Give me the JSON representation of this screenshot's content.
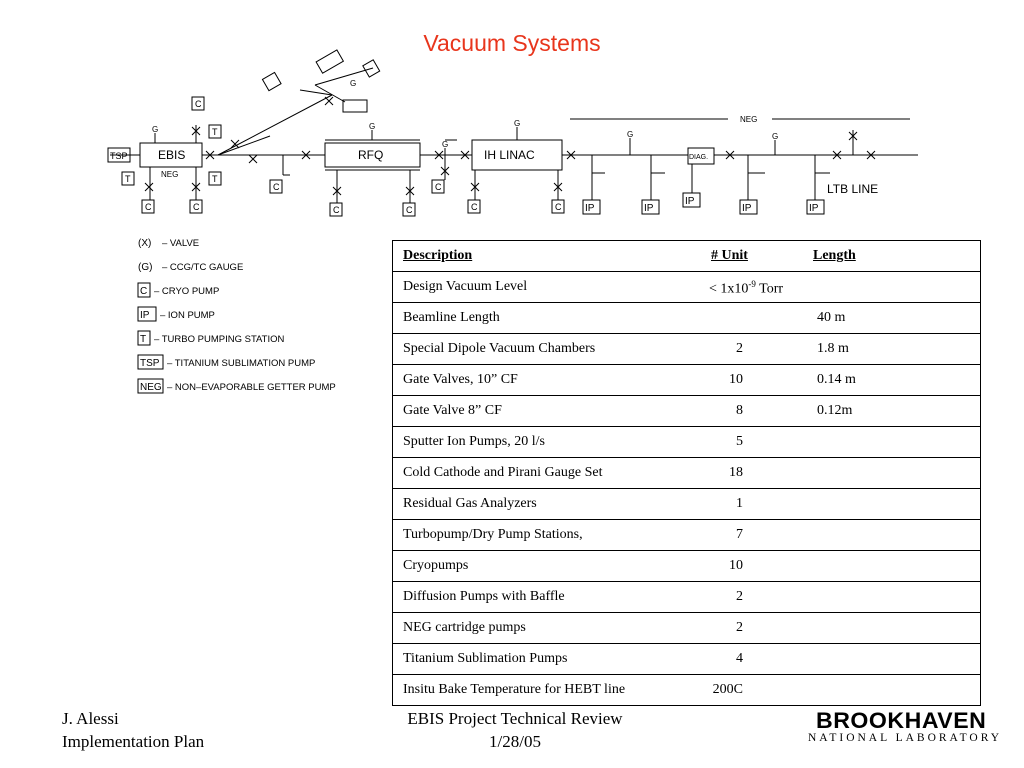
{
  "slide_title": "Vacuum Systems",
  "diagram": {
    "components": {
      "ebis": "EBIS",
      "rfq": "RFQ",
      "ih_linac": "IH  LINAC",
      "diag": "DIAG.",
      "ltb_line": "LTB  LINE",
      "neg_left": "NEG",
      "neg_top": "NEG",
      "tsp": "TSP",
      "gauge": "G",
      "cryo": "C",
      "turbo": "T",
      "ion": "IP"
    }
  },
  "legend": [
    {
      "symbol": "(X)",
      "boxed": false,
      "label": "– VALVE"
    },
    {
      "symbol": "(G)",
      "boxed": false,
      "label": "– CCG/TC GAUGE"
    },
    {
      "symbol": "C",
      "boxed": true,
      "label": "– CRYO PUMP"
    },
    {
      "symbol": "IP",
      "boxed": true,
      "label": "– ION PUMP"
    },
    {
      "symbol": "T",
      "boxed": true,
      "label": "– TURBO PUMPING STATION"
    },
    {
      "symbol": "TSP",
      "boxed": true,
      "label": "– TITANIUM SUBLIMATION PUMP"
    },
    {
      "symbol": "NEG",
      "boxed": true,
      "label": "– NON–EVAPORABLE GETTER PUMP"
    }
  ],
  "table": {
    "headers": {
      "description": "Description",
      "unit": "# Unit",
      "length": "Length"
    },
    "rows": [
      {
        "description": "Design Vacuum Level",
        "unit": "< 1x10",
        "unit_sup": "-9",
        "unit_tail": " Torr",
        "length": ""
      },
      {
        "description": "Beamline Length",
        "unit": "",
        "length": "40 m"
      },
      {
        "description": "Special  Dipole Vacuum Chambers",
        "unit": "2",
        "length": "1.8 m"
      },
      {
        "description": "Gate Valves, 10” CF",
        "unit": "10",
        "length": "0.14 m"
      },
      {
        "description": "Gate Valve 8” CF",
        "unit": "8",
        "length": "0.12m"
      },
      {
        "description": "Sputter Ion Pumps, 20 l/s",
        "unit": "5",
        "length": ""
      },
      {
        "description": "Cold Cathode and Pirani Gauge Set",
        "unit": "18",
        "length": ""
      },
      {
        "description": "Residual Gas Analyzers",
        "unit": "1",
        "length": ""
      },
      {
        "description": "Turbopump/Dry Pump Stations,",
        "unit": "7",
        "length": ""
      },
      {
        "description": "Cryopumps",
        "unit": "10",
        "length": ""
      },
      {
        "description": "Diffusion Pumps with Baffle",
        "unit": "2",
        "length": ""
      },
      {
        "description": "NEG cartridge pumps",
        "unit": "2",
        "length": ""
      },
      {
        "description": "Titanium Sublimation Pumps",
        "unit": "4",
        "length": ""
      },
      {
        "description": "Insitu Bake Temperature for HEBT line",
        "unit": "200C",
        "length": ""
      }
    ]
  },
  "footer": {
    "author": "J. Alessi",
    "section": "Implementation Plan",
    "review": "EBIS Project Technical Review",
    "date": "1/28/05"
  },
  "logo": {
    "main": "BROOKHAVEN",
    "sub": "NATIONAL LABORATORY",
    "accent_color": "#c8102e"
  },
  "colors": {
    "title": "#e8351c"
  }
}
